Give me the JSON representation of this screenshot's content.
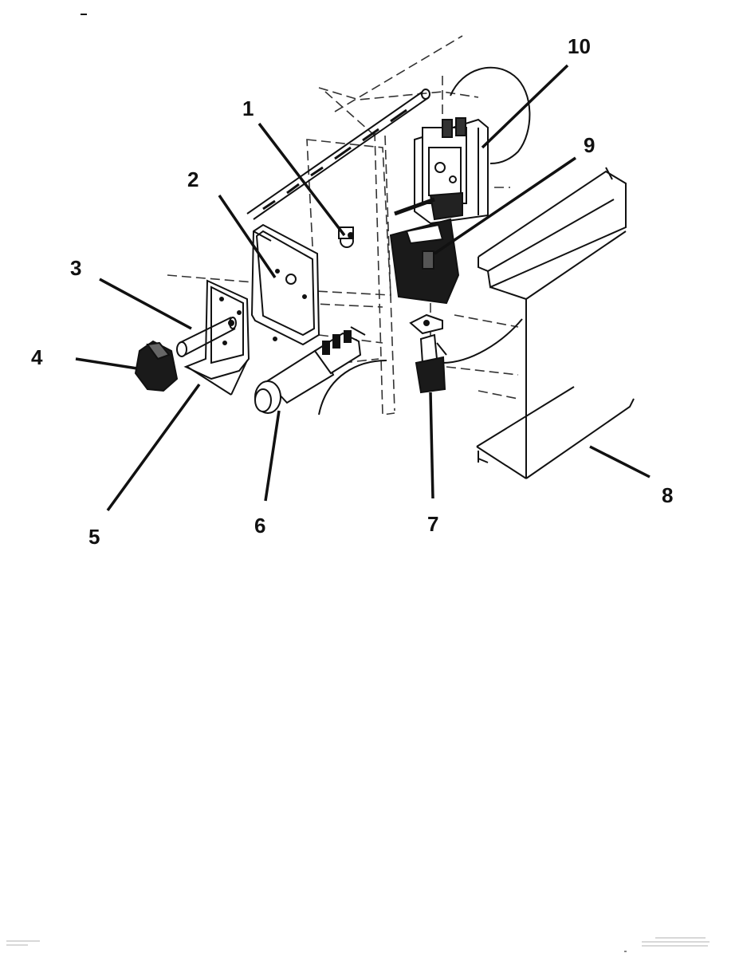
{
  "diagram": {
    "callouts": [
      {
        "id": "1",
        "label": "1"
      },
      {
        "id": "2",
        "label": "2"
      },
      {
        "id": "3",
        "label": "3"
      },
      {
        "id": "4",
        "label": "4"
      },
      {
        "id": "5",
        "label": "5"
      },
      {
        "id": "6",
        "label": "6"
      },
      {
        "id": "7",
        "label": "7"
      },
      {
        "id": "8",
        "label": "8"
      },
      {
        "id": "9",
        "label": "9"
      },
      {
        "id": "10",
        "label": "10"
      }
    ]
  },
  "colors": {
    "line": "#111111",
    "dashed": "#333333",
    "paper": "#ffffff"
  }
}
